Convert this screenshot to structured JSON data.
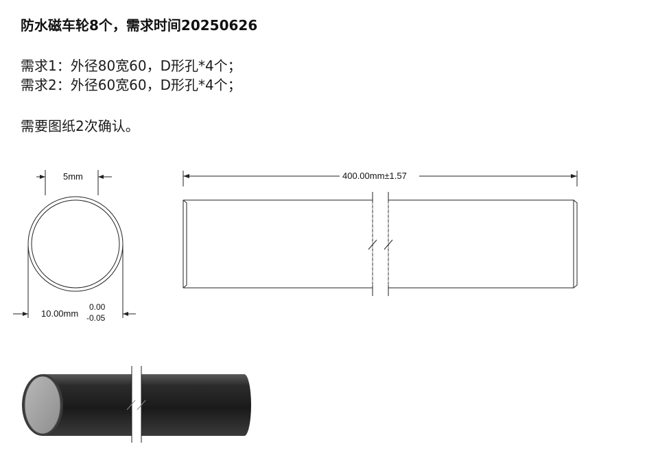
{
  "document": {
    "title": "防水磁车轮8个，需求时间20250626",
    "lines": [
      "需求1：外径80宽60，D形孔*4个；",
      "需求2：外径60宽60，D形孔*4个；",
      "需要图纸2次确认。"
    ]
  },
  "drawing": {
    "end_view": {
      "width_dim": "5mm",
      "diameter_dim": "10.00mm",
      "tol_upper": "0.00",
      "tol_lower": "-0.05"
    },
    "side_view": {
      "length_dim": "400.00mm±1.57"
    }
  }
}
